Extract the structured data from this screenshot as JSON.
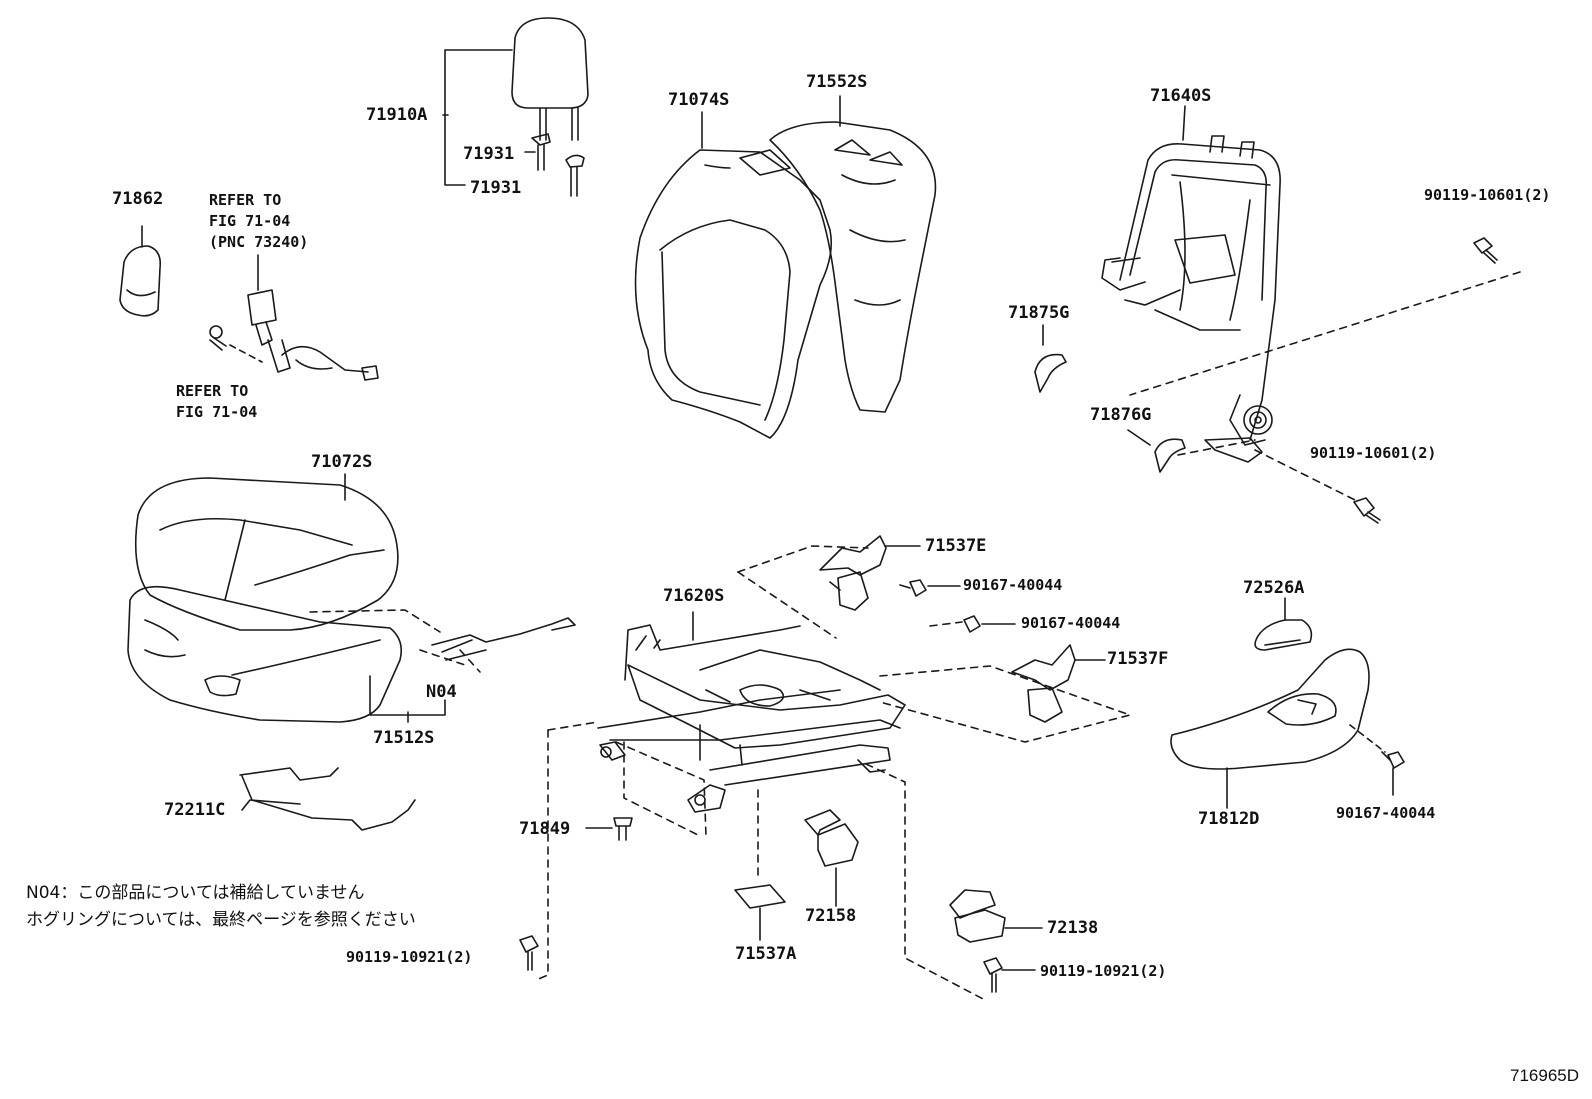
{
  "diagram_id": "716965D",
  "callouts": {
    "headrest": "71910A",
    "headrest_support_upper": "71931",
    "headrest_support_lower": "71931",
    "cover_small": "71862",
    "back_cover": "71074S",
    "back_pad": "71552S",
    "back_frame": "71640S",
    "bolt_back_upper": "90119-10601(2)",
    "bolt_back_lower": "90119-10601(2)",
    "hinge_cover_upper": "71875G",
    "hinge_cover_lower": "71876G",
    "cushion_cover": "71072S",
    "cushion_pad": "71512S",
    "not_supplied": "N04",
    "wire": "72211C",
    "cushion_frame": "71620S",
    "shield_e": "71537E",
    "shield_f": "71537F",
    "screw_e": "90167-40044",
    "screw_f": "90167-40044",
    "knob": "72526A",
    "shield_outer": "71812D",
    "screw_shield": "90167-40044",
    "pin": "71849",
    "cover_72158": "72158",
    "cover_72138": "72138",
    "pad_71537a": "71537A",
    "bolt_rail_left": "90119-10921(2)",
    "bolt_rail_right": "90119-10921(2)"
  },
  "refer_belt": "REFER TO\nFIG 71-04\n(PNC 73240)",
  "refer_bolt": "REFER TO\nFIG 71-04",
  "notes": [
    "N04：この部品については補給していません",
    "ホグリングについては、最終ページを参照ください"
  ]
}
